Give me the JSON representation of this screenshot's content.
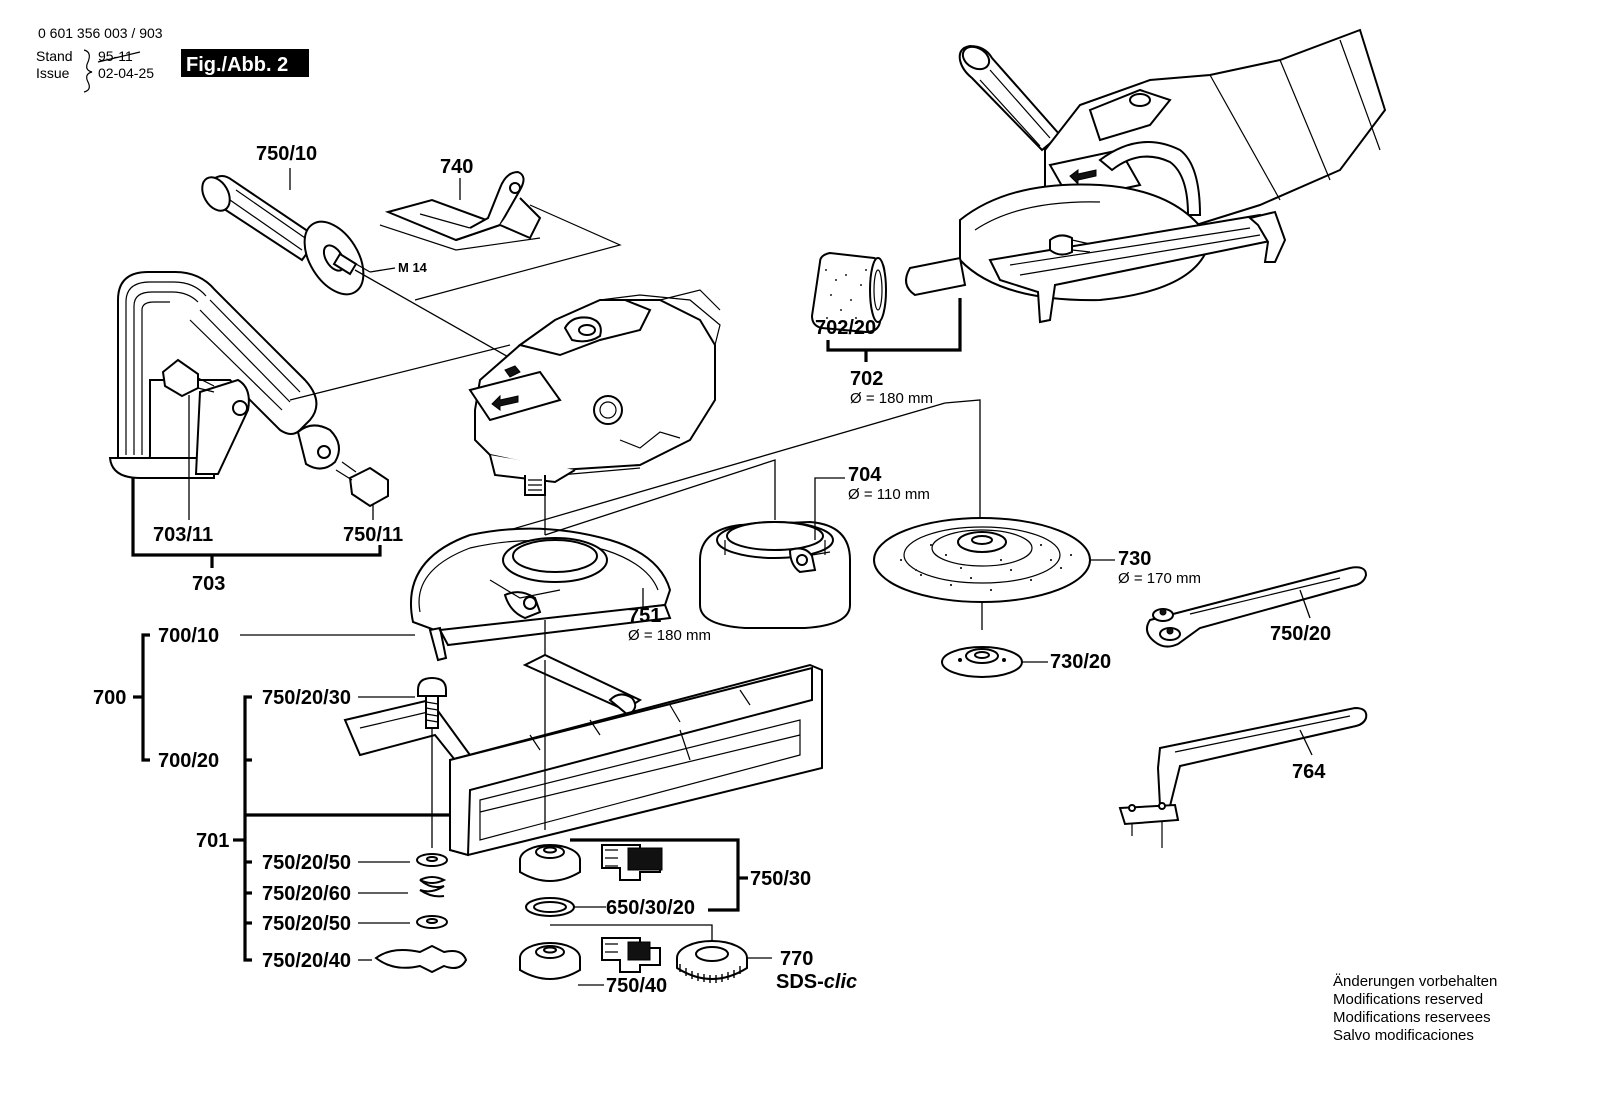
{
  "header": {
    "doc_number": "0 601 356 003 / 903",
    "stand_label": "Stand",
    "stand_value": "95-11",
    "issue_label": "Issue",
    "issue_value": "02-04-25",
    "fig_label": "Fig./Abb. 2"
  },
  "labels": {
    "p750_10": "750/10",
    "p740": "740",
    "m14": "M 14",
    "p703_11": "703/11",
    "p750_11": "750/11",
    "p703": "703",
    "p702_20": "702/20",
    "p702": "702",
    "p702_dim": "Ø = 180 mm",
    "p704": "704",
    "p704_dim": "Ø = 110 mm",
    "p730": "730",
    "p730_dim": "Ø = 170 mm",
    "p751": "751",
    "p751_dim": "Ø = 180 mm",
    "p700_10": "700/10",
    "p700": "700",
    "p700_20": "700/20",
    "p750_20_30": "750/20/30",
    "p701": "701",
    "p750_20_50a": "750/20/50",
    "p750_20_60": "750/20/60",
    "p750_20_50b": "750/20/50",
    "p750_20_40": "750/20/40",
    "p750_30": "750/30",
    "p650_30_20": "650/30/20",
    "p750_40": "750/40",
    "p770": "770",
    "sds": "SDS-",
    "sds_clic": "clic",
    "p730_20": "730/20",
    "p750_20": "750/20",
    "p764": "764"
  },
  "notes": {
    "line1": "Änderungen vorbehalten",
    "line2": "Modifications reserved",
    "line3": "Modifications reservees",
    "line4": "Salvo modificaciones"
  }
}
